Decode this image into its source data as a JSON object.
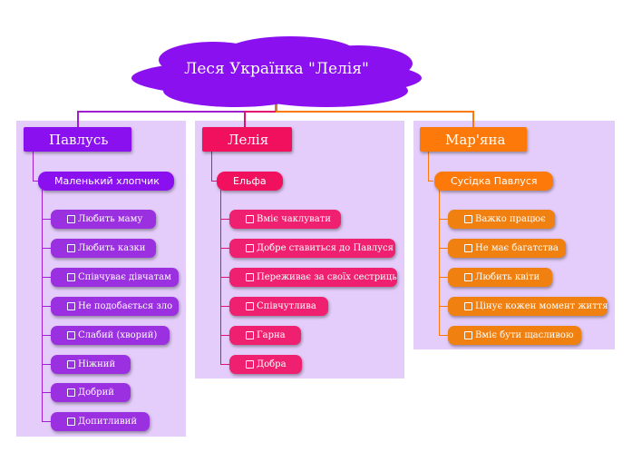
{
  "root": {
    "title": "Леся Українка \"Лелія\""
  },
  "colors": {
    "purple": "#8a10f0",
    "pink": "#f0105e",
    "orange": "#fd7a0a",
    "panel": "#e4cdfa"
  },
  "branches": [
    {
      "name": "Павлусь",
      "sub": "Маленький хлопчик",
      "items": [
        "Любить маму",
        "Любить казки",
        "Співчуває дівчатам",
        "Не подобається зло",
        "Слабий (хворий)",
        "Ніжний",
        "Добрий",
        "Допитливий"
      ]
    },
    {
      "name": "Лелія",
      "sub": "Ельфа",
      "items": [
        "Вміє чаклувати",
        "Добре ставиться до Павлуся",
        "Переживає за своїх сестриць",
        "Співчутлива",
        "Гарна",
        "Добра"
      ]
    },
    {
      "name": "Мар'яна",
      "sub": "Сусідка Павлуся",
      "items": [
        "Важко працює",
        "Не має багатства",
        "Любить квіти",
        "Цінує кожен момент життя",
        "Вміє бути щасливою"
      ]
    }
  ]
}
